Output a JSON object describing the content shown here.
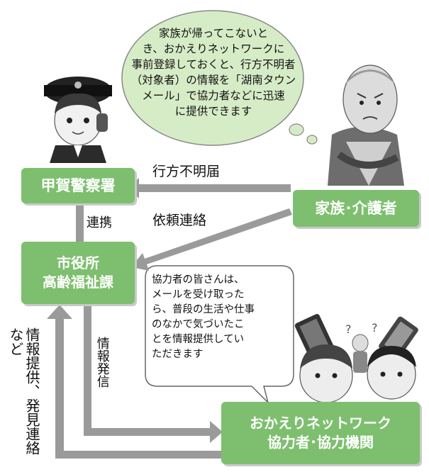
{
  "nodes": {
    "police": "甲賀警察署",
    "city_line1": "市役所",
    "city_line2": "高齢福祉課",
    "family": "家族･介護者",
    "network_line1": "おかえりネットワーク",
    "network_line2": "協力者･協力機関"
  },
  "edges": {
    "missing_report": "行方不明届",
    "request_contact": "依頼連絡",
    "cooperation": "連携",
    "info_send": "情報発信",
    "info_provide": "情報提供、発見連絡など"
  },
  "bubbles": {
    "top": "家族が帰ってこないとき、おかえりネットワークに事前登録しておくと、行方不明者（対象者）の情報を「湖南タウンメール」で協力者などに迅速に提供できます",
    "top_lines": [
      "家族が帰ってこないと",
      "き、おかえりネットワークに",
      "事前登録しておくと、行方不明者",
      "（対象者）の情報を「湖南タウン",
      "メール」で協力者などに迅速",
      "に提供できます"
    ],
    "middle": "協力者の皆さんは、メールを受け取ったら、普段の生活や仕事のなかで気づいたことを情報提供していただきます",
    "middle_lines": [
      "協力者の皆さんは、",
      "メールを受け取った",
      "ら、普段の生活や仕事",
      "のなかで気づいたこ",
      "とを情報提供してい",
      "ただきます"
    ]
  },
  "colors": {
    "box": "#7dbf6e",
    "arrow": "#9a9a9a",
    "bubble": "#d6ecc6"
  }
}
